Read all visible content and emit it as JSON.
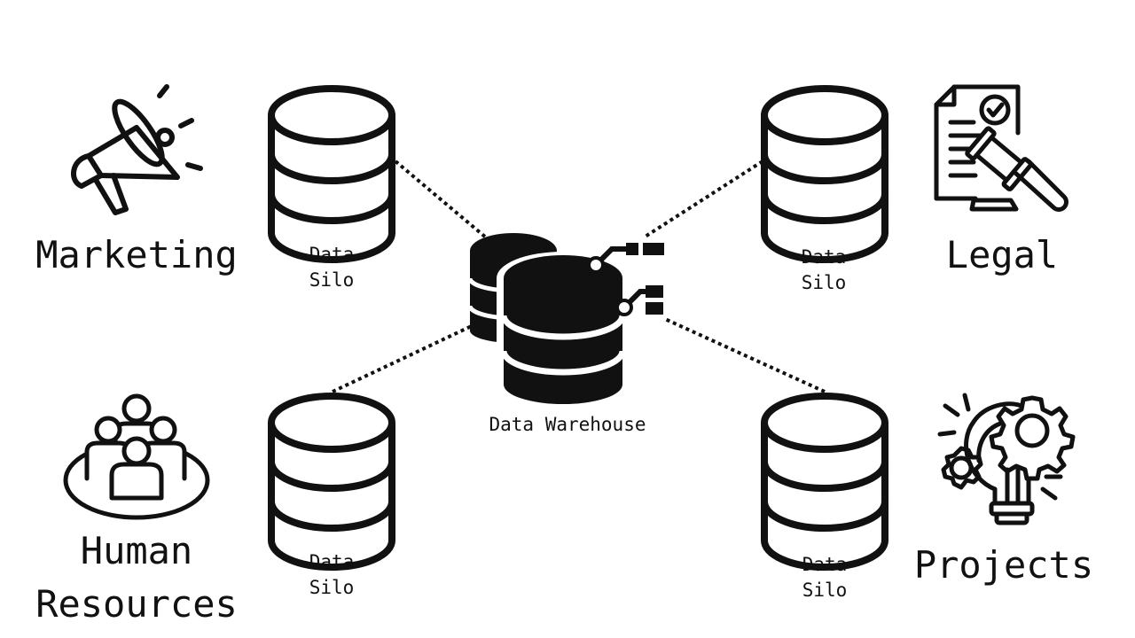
{
  "departments": {
    "marketing": "Marketing",
    "legal": "Legal",
    "human_resources": "Human\nResources",
    "projects": "Projects"
  },
  "silos": {
    "top_left": "Data\nSilo",
    "top_right": "Data\nSilo",
    "bottom_left": "Data\nSilo",
    "bottom_right": "Data\nSilo"
  },
  "warehouse": {
    "label": "Data Warehouse"
  },
  "icons": {
    "marketing": "megaphone-icon",
    "legal": "legal-document-gavel-icon",
    "human_resources": "team-people-icon",
    "projects": "lightbulb-gears-icon",
    "silo": "database-outline-icon",
    "warehouse": "database-stack-filled-icon"
  },
  "colors": {
    "ink": "#111111",
    "background": "#ffffff"
  }
}
